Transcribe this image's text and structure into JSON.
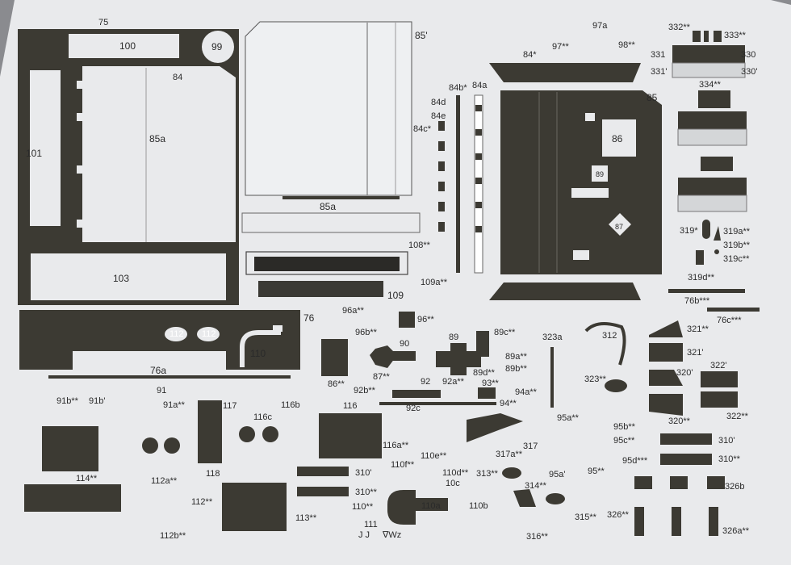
{
  "colors": {
    "paper": "#e9eaec",
    "ink": "#3c3a33",
    "shade": "#d4d6d8",
    "background": "#8a8b8f"
  },
  "labels": {
    "p75": "75",
    "p100": "100",
    "p99": "99",
    "p84": "84",
    "p85a": "85a",
    "p101": "101",
    "p103": "103",
    "p85prime": "85'",
    "p85a2": "85a",
    "p109": "109",
    "p84star": "84*",
    "p84bstar": "84b*",
    "p84a": "84a",
    "p84d": "84d",
    "p84e": "84e",
    "p84cstar": "84c*",
    "p97a": "97a",
    "p97": "97**",
    "p98": "98**",
    "p85": "85",
    "p86": "86",
    "p89small": "89",
    "p87": "87",
    "p108": "108**",
    "p109a": "109a**",
    "p332": "332**",
    "p333": "333**",
    "p331": "331",
    "p330": "330",
    "p331prime": "331'",
    "p330prime": "330'",
    "p334": "334**",
    "p319star": "319*",
    "p319a": "319a**",
    "p319b": "319b**",
    "p319c": "319c**",
    "p319d": "319d**",
    "p76b": "76b***",
    "p76c": "76c***",
    "p76": "76",
    "p112a_left": "112",
    "p112a_right": "112",
    "p110": "110",
    "p76a": "76a",
    "p96a": "96a**",
    "p96b": "96b**",
    "p96": "96**",
    "p90": "90",
    "p89": "89",
    "p89c": "89c**",
    "p89a": "89a**",
    "p89b": "89b**",
    "p89d": "89d**",
    "p86b": "86**",
    "p87b": "87**",
    "p92": "92",
    "p92a": "92a**",
    "p92b": "92b**",
    "p92c": "92c",
    "p93": "93**",
    "p94a": "94a**",
    "p94": "94**",
    "p323a": "323a",
    "p312": "312",
    "p321": "321**",
    "p321prime": "321'",
    "p323": "323**",
    "p320prime": "320'",
    "p322prime": "322'",
    "p320": "320**",
    "p322": "322**",
    "p91b": "91b**",
    "p91bprime": "91b'",
    "p91": "91",
    "p91a": "91a**",
    "p117": "117",
    "p116c": "116c",
    "p116b": "116b",
    "p116": "116",
    "p116a": "116a**",
    "p118": "118",
    "p114": "114**",
    "p112a": "112a**",
    "p112": "112**",
    "p112b": "112b**",
    "p113": "113**",
    "p310prime": "310'",
    "p310": "310**",
    "p110b": "110**",
    "p111": "111",
    "p111b": "J J",
    "pWz": "∇Wz",
    "p110f": "110f**",
    "p110e": "110e**",
    "p110d": "110d**",
    "p10c": "10c",
    "p110a": "110a",
    "p110bb": "110b",
    "p317a": "317a**",
    "p317": "317",
    "p313": "313**",
    "p314": "314**",
    "p315": "315**",
    "p316": "316**",
    "p95a": "95a**",
    "p95b": "95b**",
    "p95c": "95c**",
    "p95aprime": "95a'",
    "p95": "95**",
    "p95d": "95d***",
    "p310prime2": "310'",
    "p310b2": "310**",
    "p326b": "326b",
    "p326": "326**",
    "p326a": "326a**"
  }
}
